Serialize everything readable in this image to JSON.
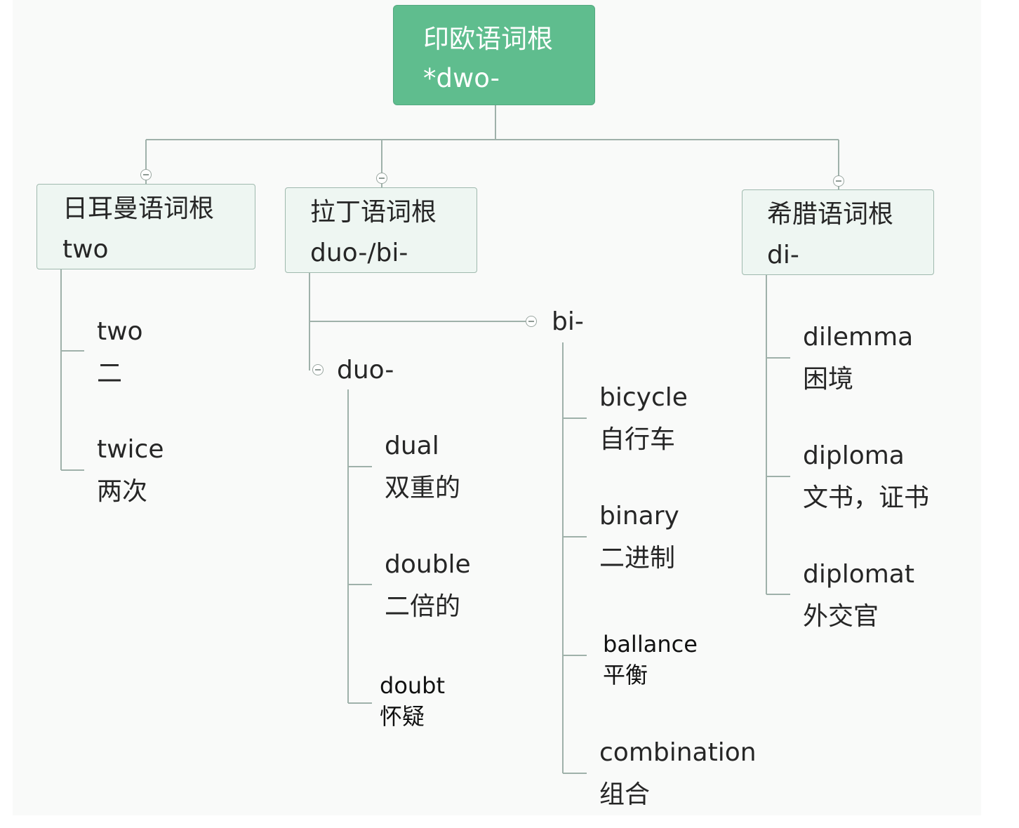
{
  "colors": {
    "root_fill": "#5fbd8e",
    "branch_fill": "#eef6f2",
    "connector": "#9fb1aa"
  },
  "root": {
    "line1": "印欧语词根",
    "line2": "*dwo-"
  },
  "branches": {
    "germanic": {
      "line1": "日耳曼语词根",
      "line2": "two",
      "items": [
        {
          "word": "two",
          "meaning": "二"
        },
        {
          "word": "twice",
          "meaning": "两次"
        }
      ]
    },
    "latin": {
      "line1": "拉丁语词根",
      "line2": "duo-/bi-",
      "duo": {
        "label": "duo-",
        "items": [
          {
            "word": "dual",
            "meaning": "双重的"
          },
          {
            "word": "double",
            "meaning": "二倍的"
          },
          {
            "word": "doubt",
            "meaning": "怀疑"
          }
        ]
      },
      "bi": {
        "label": "bi-",
        "items": [
          {
            "word": "bicycle",
            "meaning": "自行车"
          },
          {
            "word": "binary",
            "meaning": "二进制"
          },
          {
            "word": "ballance",
            "meaning": "平衡"
          },
          {
            "word": "combination",
            "meaning": "组合"
          }
        ]
      }
    },
    "greek": {
      "line1": "希腊语词根",
      "line2": "di-",
      "items": [
        {
          "word": "dilemma",
          "meaning": "困境"
        },
        {
          "word": "diploma",
          "meaning": "文书，证书"
        },
        {
          "word": "diplomat",
          "meaning": "外交官"
        }
      ]
    }
  }
}
